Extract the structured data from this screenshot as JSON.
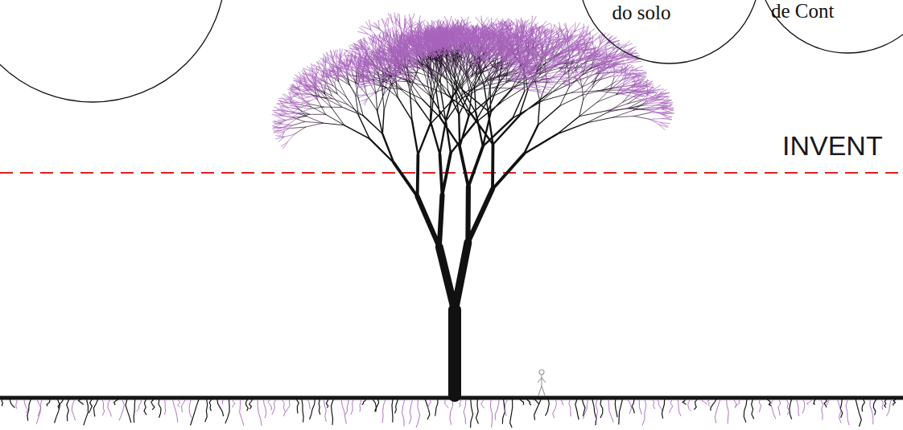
{
  "diagram": {
    "nodes": [
      {
        "text": [
          "do solo"
        ]
      },
      {
        "text": [
          "de Cont"
        ]
      }
    ],
    "labels": [
      "INVENT"
    ]
  }
}
